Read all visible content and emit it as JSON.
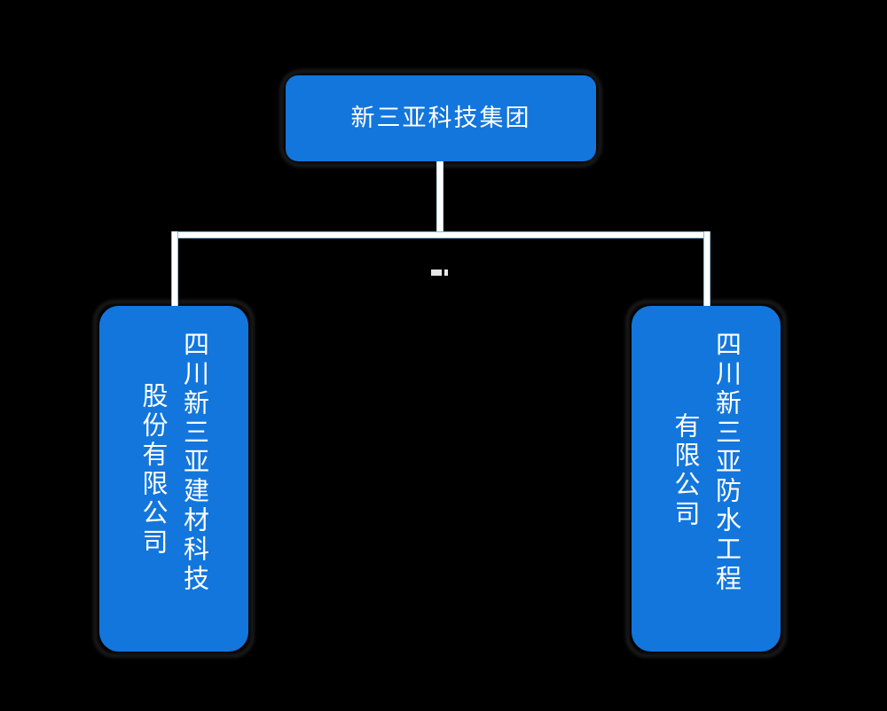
{
  "diagram": {
    "type": "organization-chart",
    "background_color": "#000000",
    "node_color": "#1276dd",
    "text_color": "#ffffff",
    "connector_color": "#ffffff",
    "connector_edge_color": "#8fb8d4"
  },
  "root": {
    "label": "新三亚科技集团"
  },
  "children": [
    {
      "id": "left",
      "label_full": "四川新三亚建材科技股份有限公司",
      "column_1": "四川新三亚建材科技",
      "column_2": "股份有限公司"
    },
    {
      "id": "right",
      "label_full": "四川新三亚防水工程有限公司",
      "column_1": "四川新三亚防水工程",
      "column_2": "有限公司"
    }
  ]
}
